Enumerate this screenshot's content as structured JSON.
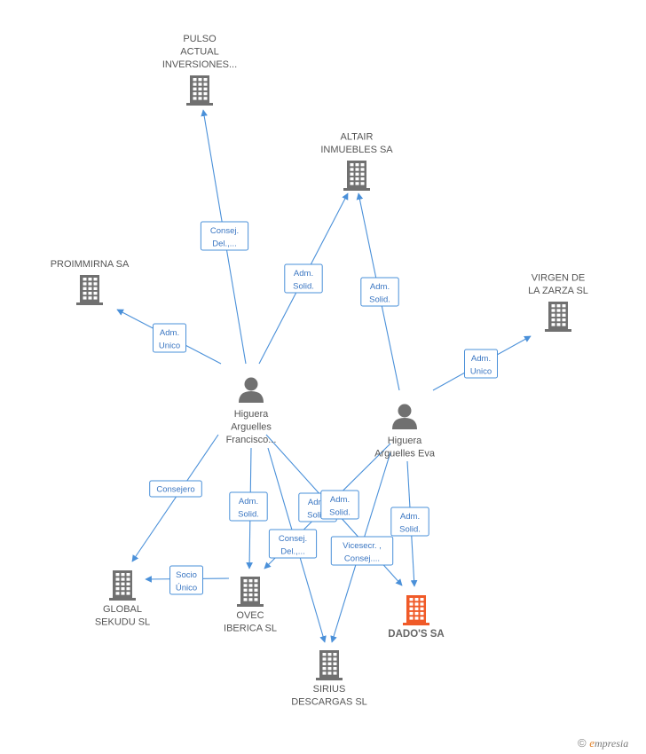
{
  "colors": {
    "edge": "#4a90d9",
    "company": "#707070",
    "company_highlight": "#f05a28",
    "person": "#707070"
  },
  "nodes": [
    {
      "id": "pulso",
      "type": "company",
      "icon": "building-icon",
      "lines": [
        "PULSO",
        "ACTUAL",
        "INVERSIONES..."
      ]
    },
    {
      "id": "altair",
      "type": "company",
      "icon": "building-icon",
      "lines": [
        "ALTAIR",
        "INMUEBLES SA"
      ]
    },
    {
      "id": "proimmirna",
      "type": "company",
      "icon": "building-icon",
      "lines": [
        "PROIMMIRNA SA"
      ]
    },
    {
      "id": "virgen",
      "type": "company",
      "icon": "building-icon",
      "lines": [
        "VIRGEN DE",
        "LA ZARZA SL"
      ]
    },
    {
      "id": "francisco",
      "type": "person",
      "icon": "person-icon",
      "lines": [
        "Higuera",
        "Arguelles",
        "Francisco..."
      ]
    },
    {
      "id": "eva",
      "type": "person",
      "icon": "person-icon",
      "lines": [
        "Higuera",
        "Arguelles Eva"
      ]
    },
    {
      "id": "global",
      "type": "company",
      "icon": "building-icon",
      "lines": [
        "GLOBAL",
        "SEKUDU SL"
      ]
    },
    {
      "id": "ovec",
      "type": "company",
      "icon": "building-icon",
      "lines": [
        "OVEC",
        "IBERICA SL"
      ]
    },
    {
      "id": "dados",
      "type": "company",
      "icon": "building-icon",
      "highlight": true,
      "lines": [
        "DADO'S SA"
      ]
    },
    {
      "id": "sirius",
      "type": "company",
      "icon": "building-icon",
      "lines": [
        "SIRIUS",
        "DESCARGAS SL"
      ]
    }
  ],
  "edges": [
    {
      "id": "e1",
      "from": "francisco",
      "to": "pulso",
      "label": [
        "Consej.",
        "Del.,..."
      ]
    },
    {
      "id": "e2",
      "from": "francisco",
      "to": "altair",
      "label": [
        "Adm.",
        "Solid."
      ]
    },
    {
      "id": "e3",
      "from": "eva",
      "to": "altair",
      "label": [
        "Adm.",
        "Solid."
      ]
    },
    {
      "id": "e4",
      "from": "francisco",
      "to": "proimmirna",
      "label": [
        "Adm.",
        "Unico"
      ]
    },
    {
      "id": "e5",
      "from": "eva",
      "to": "virgen",
      "label": [
        "Adm.",
        "Unico"
      ]
    },
    {
      "id": "e6",
      "from": "francisco",
      "to": "global",
      "label": [
        "Consejero"
      ]
    },
    {
      "id": "e7",
      "from": "francisco",
      "to": "ovec",
      "label": [
        "Adm.",
        "Solid."
      ]
    },
    {
      "id": "e8",
      "from": "francisco",
      "to": "dados",
      "label": [
        "Adm.",
        "Solid."
      ]
    },
    {
      "id": "e9",
      "from": "eva",
      "to": "ovec",
      "label": [
        "Adm.",
        "Solid."
      ]
    },
    {
      "id": "e10",
      "from": "francisco",
      "to": "sirius",
      "label": [
        "Consej.",
        "Del.,..."
      ]
    },
    {
      "id": "e11",
      "from": "eva",
      "to": "sirius",
      "label": [
        "Vicesecr. ,",
        "Consej...."
      ]
    },
    {
      "id": "e12",
      "from": "eva",
      "to": "dados",
      "label": [
        "Adm.",
        "Solid."
      ]
    },
    {
      "id": "e13",
      "from": "ovec",
      "to": "global",
      "label": [
        "Socio",
        "Único"
      ]
    }
  ],
  "footer": {
    "copyright": "©",
    "brand_initial": "e",
    "brand_rest": "mpresia"
  }
}
